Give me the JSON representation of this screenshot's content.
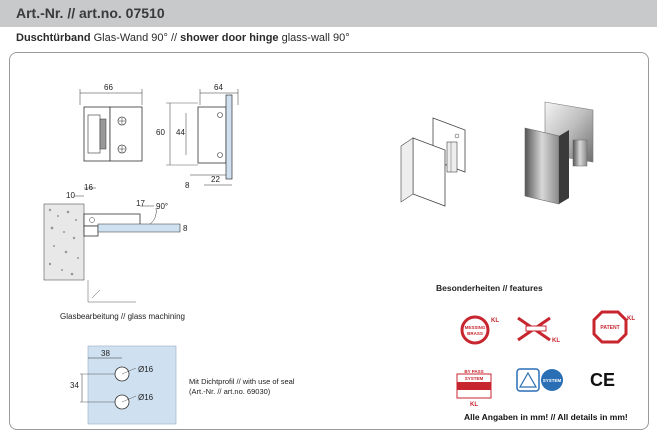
{
  "header": {
    "article_number": "Art.-Nr. // art.no. 07510"
  },
  "subtitle": {
    "bold_de": "Duschtürband",
    "rest_de": " Glas-Wand 90° // ",
    "bold_en": "shower door hinge",
    "rest_en": " glass-wall 90°"
  },
  "drawing": {
    "dim_66": "66",
    "dim_64": "64",
    "dim_60": "60",
    "dim_44": "44",
    "dim_8a": "8",
    "dim_22": "22",
    "dim_16": "16",
    "dim_10": "10",
    "dim_17": "17",
    "dim_90": "90°",
    "dim_8b": "8",
    "glass_machining": "Glasbearbeitung // glass machining",
    "dim_38": "38",
    "dim_34": "34",
    "hole_1": "Ø16",
    "hole_2": "Ø16",
    "seal_line1": "Mit Dichtprofil // with use of seal",
    "seal_line2": "(Art.-Nr. // art.no. 69030)"
  },
  "features": {
    "heading": "Besonderheiten // features",
    "badge_brass": "MESSING",
    "badge_brass2": "BRASS",
    "badge_kl": "KL",
    "badge_patent": "PATENT",
    "badge_bypass": "BY PASS",
    "badge_system": "SYSTEM",
    "badge_ce": "CE"
  },
  "footer": {
    "note": "Alle Angaben in mm! // All details in mm!"
  },
  "colors": {
    "header_bg": "#c8c9cb",
    "badge_red": "#c8262f",
    "badge_blue": "#2a6fb5",
    "glass_blue": "#cfe0f0"
  }
}
